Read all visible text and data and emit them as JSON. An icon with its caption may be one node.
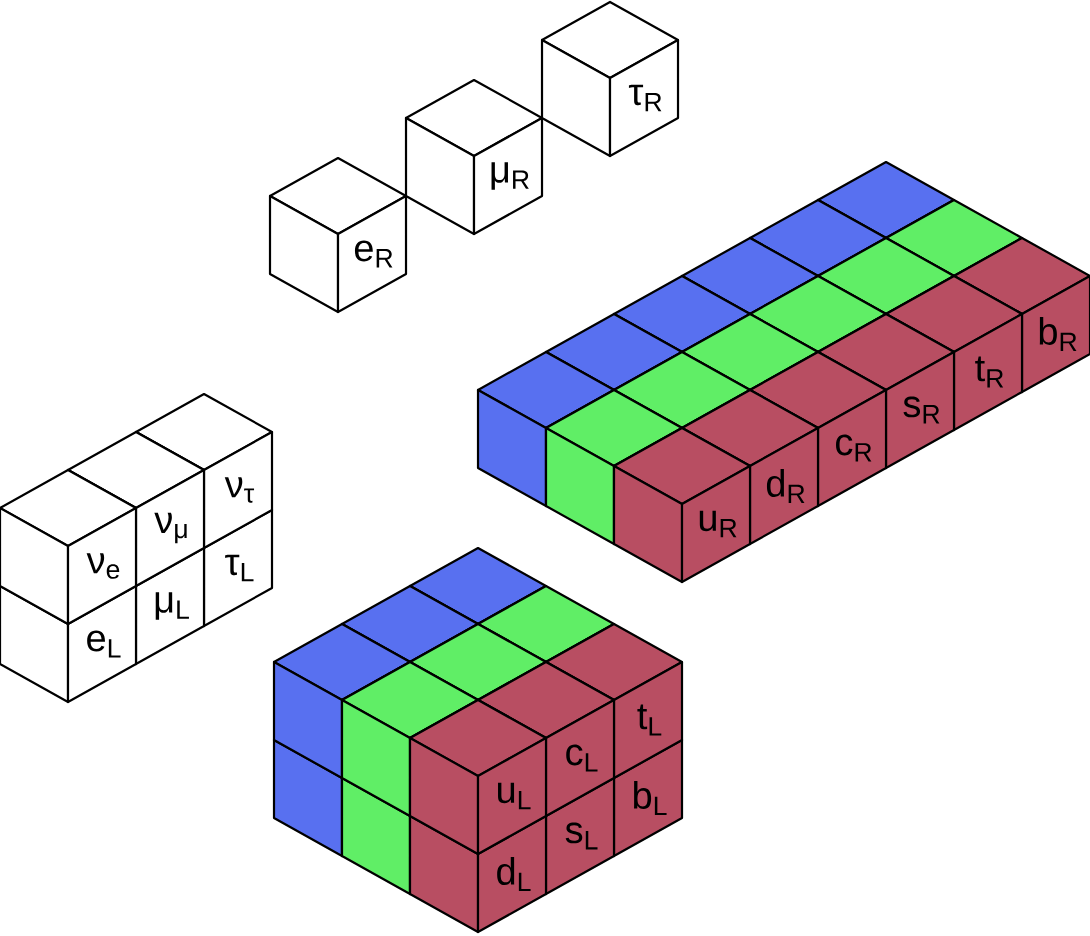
{
  "diagram": {
    "nodes": [
      {
        "text": [
          "e$_{R}$"
        ]
      },
      {
        "text": [
          "μ$_{R}$"
        ]
      },
      {
        "text": [
          "τ$_{R}$"
        ]
      },
      {
        "text": [
          "ν$_{e}$"
        ]
      },
      {
        "text": [
          "ν$_{μ}$"
        ]
      },
      {
        "text": [
          "ν$_{τ}$"
        ]
      },
      {
        "text": [
          "e$_{L}$"
        ]
      },
      {
        "text": [
          "μ$_{L}$"
        ]
      },
      {
        "text": [
          "τ$_{L}$"
        ]
      },
      {
        "text": [
          "u$_{R}$"
        ]
      },
      {
        "text": [
          "d$_{R}$"
        ]
      },
      {
        "text": [
          "c$_{R}$"
        ]
      },
      {
        "text": [
          "s$_{R}$"
        ]
      },
      {
        "text": [
          "t$_{R}$"
        ]
      },
      {
        "text": [
          "b$_{R}$"
        ]
      },
      {
        "text": [
          "u$_{L}$"
        ]
      },
      {
        "text": [
          "c$_{L}$"
        ]
      },
      {
        "text": [
          "t$_{L}$"
        ]
      },
      {
        "text": [
          "d$_{L}$"
        ]
      },
      {
        "text": [
          "s$_{L}$"
        ]
      },
      {
        "text": [
          "b$_{L}$"
        ]
      }
    ]
  }
}
